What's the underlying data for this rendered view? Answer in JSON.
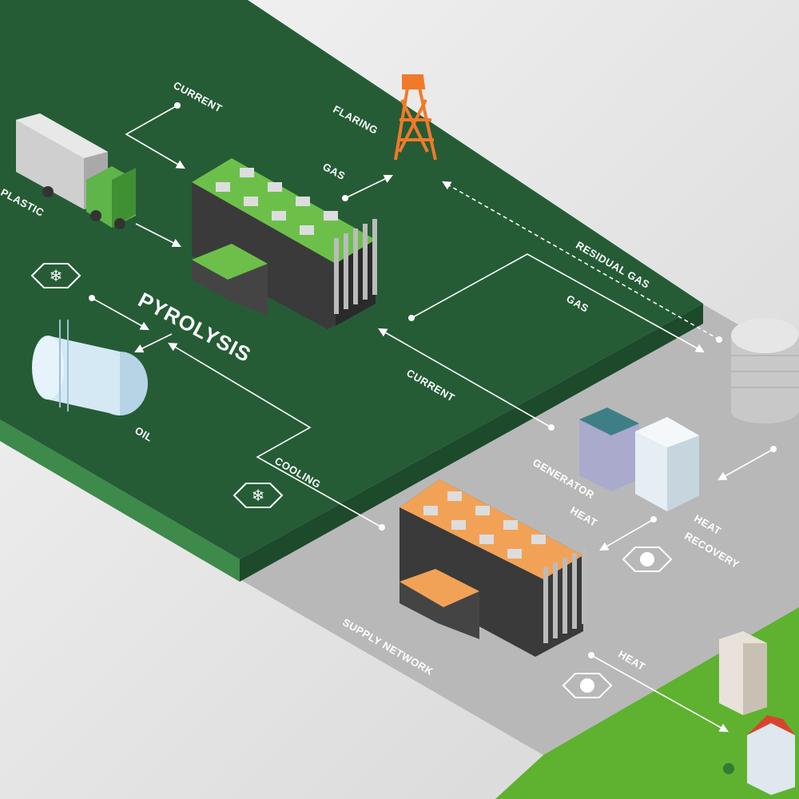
{
  "title": "PYROLYSIS",
  "labels": {
    "current_top": "CURRENT",
    "flaring": "FLARING",
    "gas_top": "GAS",
    "plastic": "PLASTIC",
    "residual_gas": "RESIDUAL GAS",
    "gas_right": "GAS",
    "current_mid": "CURRENT",
    "oil": "OIL",
    "cooling": "COOLING",
    "generator": "GENERATOR",
    "heat_mid": "HEAT",
    "heat_recovery_1": "HEAT",
    "heat_recovery_2": "RECOVERY",
    "supply_network": "SUPPLY NETWORK",
    "heat_bottom": "HEAT"
  },
  "colors": {
    "platform_green": "#255c36",
    "platform_gray": "#b9b9b9",
    "grass": "#5eb230",
    "flare_orange": "#f07a2a",
    "roof_orange": "#f2a256",
    "roof_green": "#6cc04a"
  }
}
